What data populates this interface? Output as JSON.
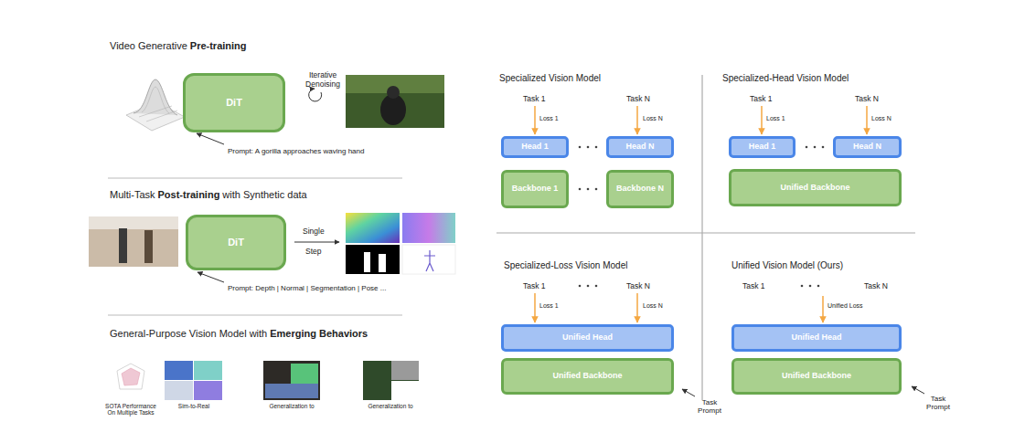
{
  "diagram": {
    "nodes": [
      {
        "text": [
          "DiT"
        ]
      },
      {
        "text": [
          "DiT"
        ]
      },
      {
        "text": [
          "Head 1"
        ]
      },
      {
        "text": [
          "Head N"
        ]
      },
      {
        "text": [
          "Backbone 1"
        ]
      },
      {
        "text": [
          "Backbone N"
        ]
      },
      {
        "text": [
          "Head 1"
        ]
      },
      {
        "text": [
          "Head N"
        ]
      },
      {
        "text": [
          "Unified Backbone"
        ]
      },
      {
        "text": [
          "Unified Head"
        ]
      },
      {
        "text": [
          "Unified Backbone"
        ]
      },
      {
        "text": [
          "Unified Head"
        ]
      },
      {
        "text": [
          "Unified Backbone"
        ]
      }
    ],
    "labels": [
      "Video Generative",
      "Pre-training",
      "Iterative Denoising",
      "Prompt: A gorilla approaches waving hand",
      "Multi-Task",
      "Post-training",
      "with Synthetic data",
      "Single",
      "Step",
      "Prompt: Depth | Normal | Segmentation | Pose ...",
      "General-Purpose Vision Model with",
      "Emerging Behaviors",
      "SOTA Performance On Multiple Tasks",
      "Sim-to-Real",
      "Generalization to",
      "Generalization to",
      "Specialized Vision Model",
      "Task 1",
      "Loss 1",
      "Task N",
      "Loss N",
      "Specialized-Head Vision Model",
      "Task 1",
      "Loss 1",
      "Task N",
      "Loss N",
      "Specialized-Loss Vision Model",
      "Task 1",
      "Loss 1",
      "Task N",
      "Loss N",
      "Task Prompt",
      "Unified Vision Model (Ours)",
      "Task 1",
      "Task N",
      "Unified Loss",
      "Task Prompt"
    ]
  }
}
